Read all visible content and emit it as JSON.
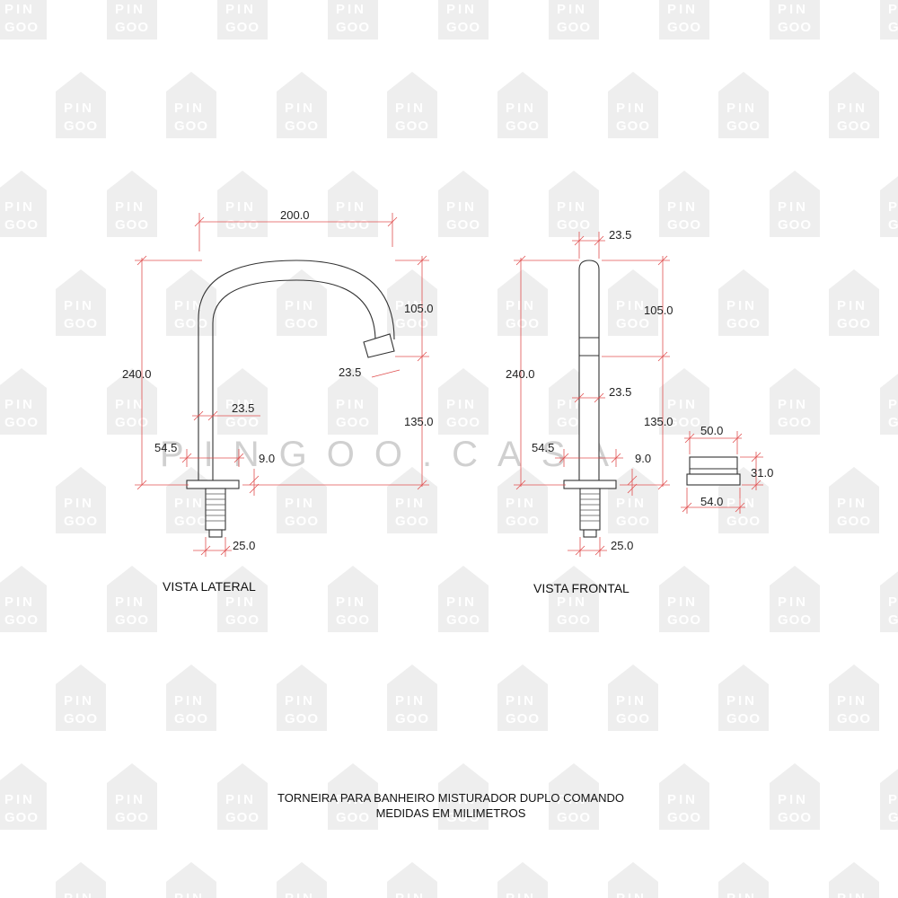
{
  "watermark": {
    "line1": "PIN",
    "line2": "GOO",
    "banner": "PINGOO.CASA"
  },
  "lateral": {
    "title": "VISTA LATERAL",
    "dims": {
      "width_top": "200.0",
      "height_total": "240.0",
      "height_upper": "105.0",
      "height_lower": "135.0",
      "spout_tip": "23.5",
      "tube_diameter": "23.5",
      "flange_width": "54.5",
      "flange_height": "9.0",
      "thread_diameter": "25.0"
    }
  },
  "frontal": {
    "title": "VISTA FRONTAL",
    "dims": {
      "width_top": "23.5",
      "height_total": "240.0",
      "height_upper": "105.0",
      "height_lower": "135.0",
      "tube_diameter": "23.5",
      "flange_width": "54.5",
      "flange_height": "9.0",
      "thread_diameter": "25.0"
    }
  },
  "handle": {
    "top_width": "50.0",
    "height": "31.0",
    "base_width": "54.0"
  },
  "caption": {
    "line1": "TORNEIRA PARA BANHEIRO MISTURADOR DUPLO COMANDO",
    "line2": "MEDIDAS EM MILIMETROS"
  },
  "colors": {
    "dimension": "#e05050",
    "outline": "#333333",
    "watermark": "#eeeeee"
  }
}
